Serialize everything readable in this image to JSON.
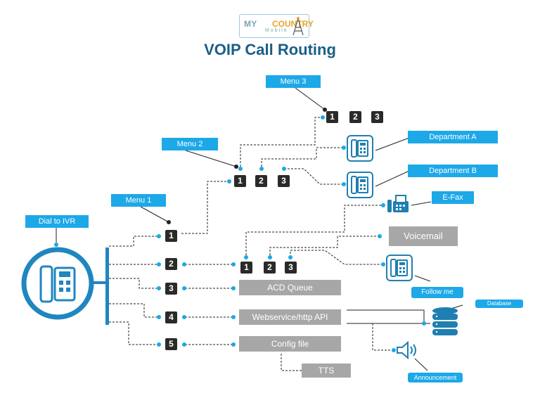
{
  "logo": {
    "part1": "MY",
    "part2": "COUNTRY",
    "part3": "Mobile"
  },
  "title": "VOIP Call Routing",
  "labels": {
    "dial_to_ivr": "Dial to IVR",
    "menu1": "Menu 1",
    "menu2": "Menu 2",
    "menu3": "Menu 3",
    "dept_a": "Department A",
    "dept_b": "Department B",
    "efax": "E-Fax",
    "follow_me": "Follow me",
    "database": "Database",
    "announcement": "Announcement"
  },
  "gray_boxes": {
    "voicemail": "Voicemail",
    "acd_queue": "ACD Queue",
    "webservice": "Webservice/http API",
    "config_file": "Config file",
    "tts": "TTS"
  },
  "menu1_options": [
    "1",
    "2",
    "3",
    "4",
    "5"
  ],
  "menu2_options": [
    "1",
    "2",
    "3"
  ],
  "menu3_options": [
    "1",
    "2",
    "3"
  ],
  "submenu_options": [
    "1",
    "2",
    "3"
  ],
  "colors": {
    "accent": "#1da8e8",
    "dark": "#2a2a2a",
    "gray": "#a7a7a7",
    "title": "#1a5f86",
    "icon": "#1f7fb0"
  },
  "icons": [
    "desk-phone-icon",
    "fax-icon",
    "database-icon",
    "speaker-icon",
    "antenna-icon"
  ]
}
